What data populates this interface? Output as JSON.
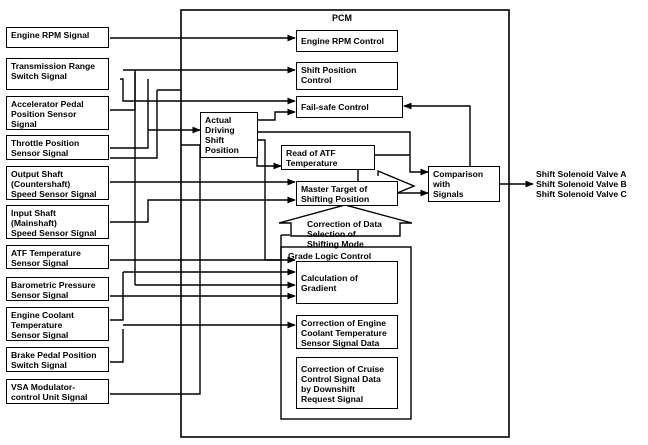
{
  "pcm_label": "PCM",
  "inputs": [
    "Engine RPM Signal",
    "Transmission Range\nSwitch Signal",
    "Accelerator Pedal\nPosition Sensor\nSignal",
    "Throttle Position\nSensor Signal",
    "Output Shaft\n(Countershaft)\nSpeed Sensor Signal",
    "Input Shaft\n(Mainshaft)\nSpeed Sensor Signal",
    "ATF Temperature\nSensor Signal",
    "Barometric Pressure\nSensor Signal",
    "Engine Coolant\nTemperature\nSensor Signal",
    "Brake Pedal Position\nSwitch Signal",
    "VSA Modulator-\ncontrol Unit Signal"
  ],
  "controls": {
    "engine_rpm": "Engine RPM Control",
    "shift_position": "Shift Position\nControl",
    "fail_safe": "Fail-safe Control",
    "actual_driving": "Actual\nDriving\nShift\nPosition",
    "read_atf": "Read of ATF\nTemperature",
    "master_target": "Master Target of\nShifting Position",
    "correction_data": "Correction of Data\nSelection of\nShifting Mode",
    "grade_logic": "Grade Logic Control",
    "calc_gradient": "Calculation of\nGradient",
    "corr_coolant": "Correction of Engine\nCoolant Temperature\nSensor Signal Data",
    "corr_cruise": "Correction of Cruise\nControl Signal Data\nby Downshift\nRequest Signal",
    "comparison": "Comparison\nwith\nSignals"
  },
  "outputs": "Shift Solenoid Valve A\nShift Solenoid Valve B\nShift Solenoid Valve C"
}
